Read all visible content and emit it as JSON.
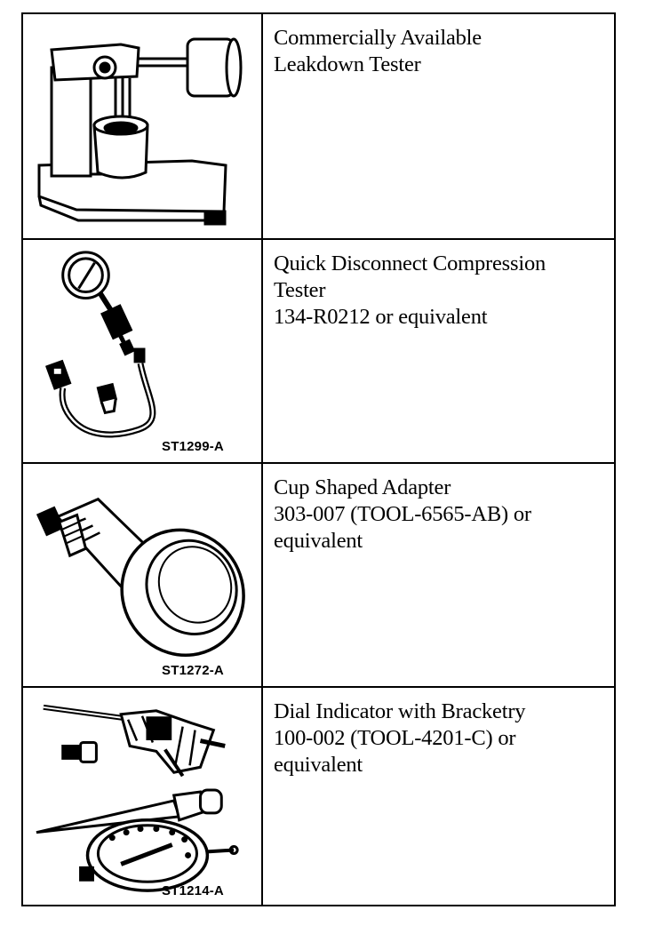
{
  "tools": [
    {
      "lines": [
        "Commercially Available",
        "Leakdown Tester"
      ],
      "figure_label": "",
      "icon": "leakdown-tester-icon"
    },
    {
      "lines": [
        "Quick Disconnect Compression",
        "Tester",
        "134-R0212 or equivalent"
      ],
      "figure_label": "ST1299-A",
      "icon": "compression-tester-icon"
    },
    {
      "lines": [
        "Cup Shaped Adapter",
        "303-007 (TOOL-6565-AB) or",
        "equivalent"
      ],
      "figure_label": "ST1272-A",
      "icon": "cup-adapter-icon"
    },
    {
      "lines": [
        "Dial Indicator with Bracketry",
        "100-002 (TOOL-4201-C) or",
        "equivalent"
      ],
      "figure_label": "ST1214-A",
      "icon": "dial-indicator-icon"
    }
  ]
}
